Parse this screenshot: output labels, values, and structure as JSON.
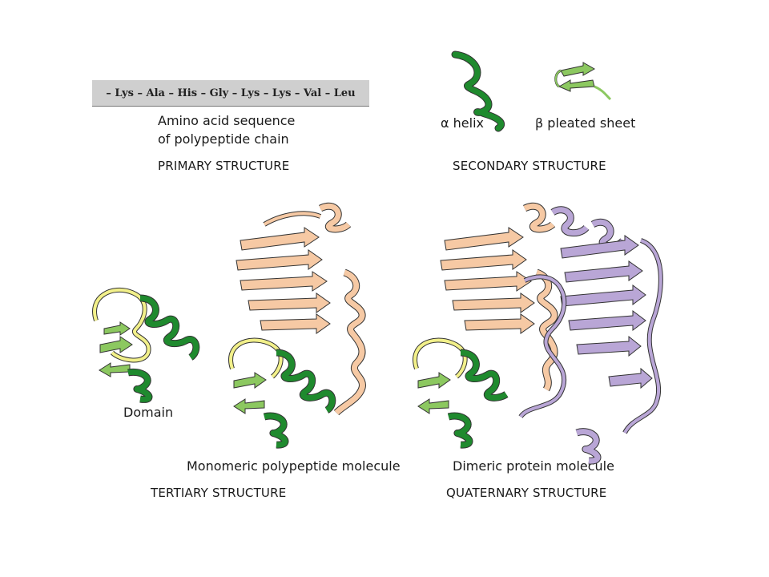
{
  "primary": {
    "sequence": [
      "Lys",
      "Ala",
      "His",
      "Gly",
      "Lys",
      "Lys",
      "Val",
      "Leu"
    ],
    "label_line1": "Amino acid sequence",
    "label_line2": "of polypeptide chain",
    "caption": "PRIMARY STRUCTURE"
  },
  "secondary": {
    "alpha_label": "α helix",
    "beta_label": "β pleated sheet",
    "caption": "SECONDARY STRUCTURE"
  },
  "tertiary": {
    "domain_label": "Domain",
    "monomer_label": "Monomeric polypeptide molecule",
    "caption": "TERTIARY STRUCTURE"
  },
  "quaternary": {
    "dimer_label": "Dimeric protein molecule",
    "caption": "QUATERNARY STRUCTURE"
  },
  "colors": {
    "helix_green": "#1f8a2e",
    "sheet_green": "#8cc860",
    "loop_yellow": "#f2f08a",
    "peach": "#f6c9a4",
    "lavender": "#b9a6d6",
    "outline": "#333333"
  }
}
